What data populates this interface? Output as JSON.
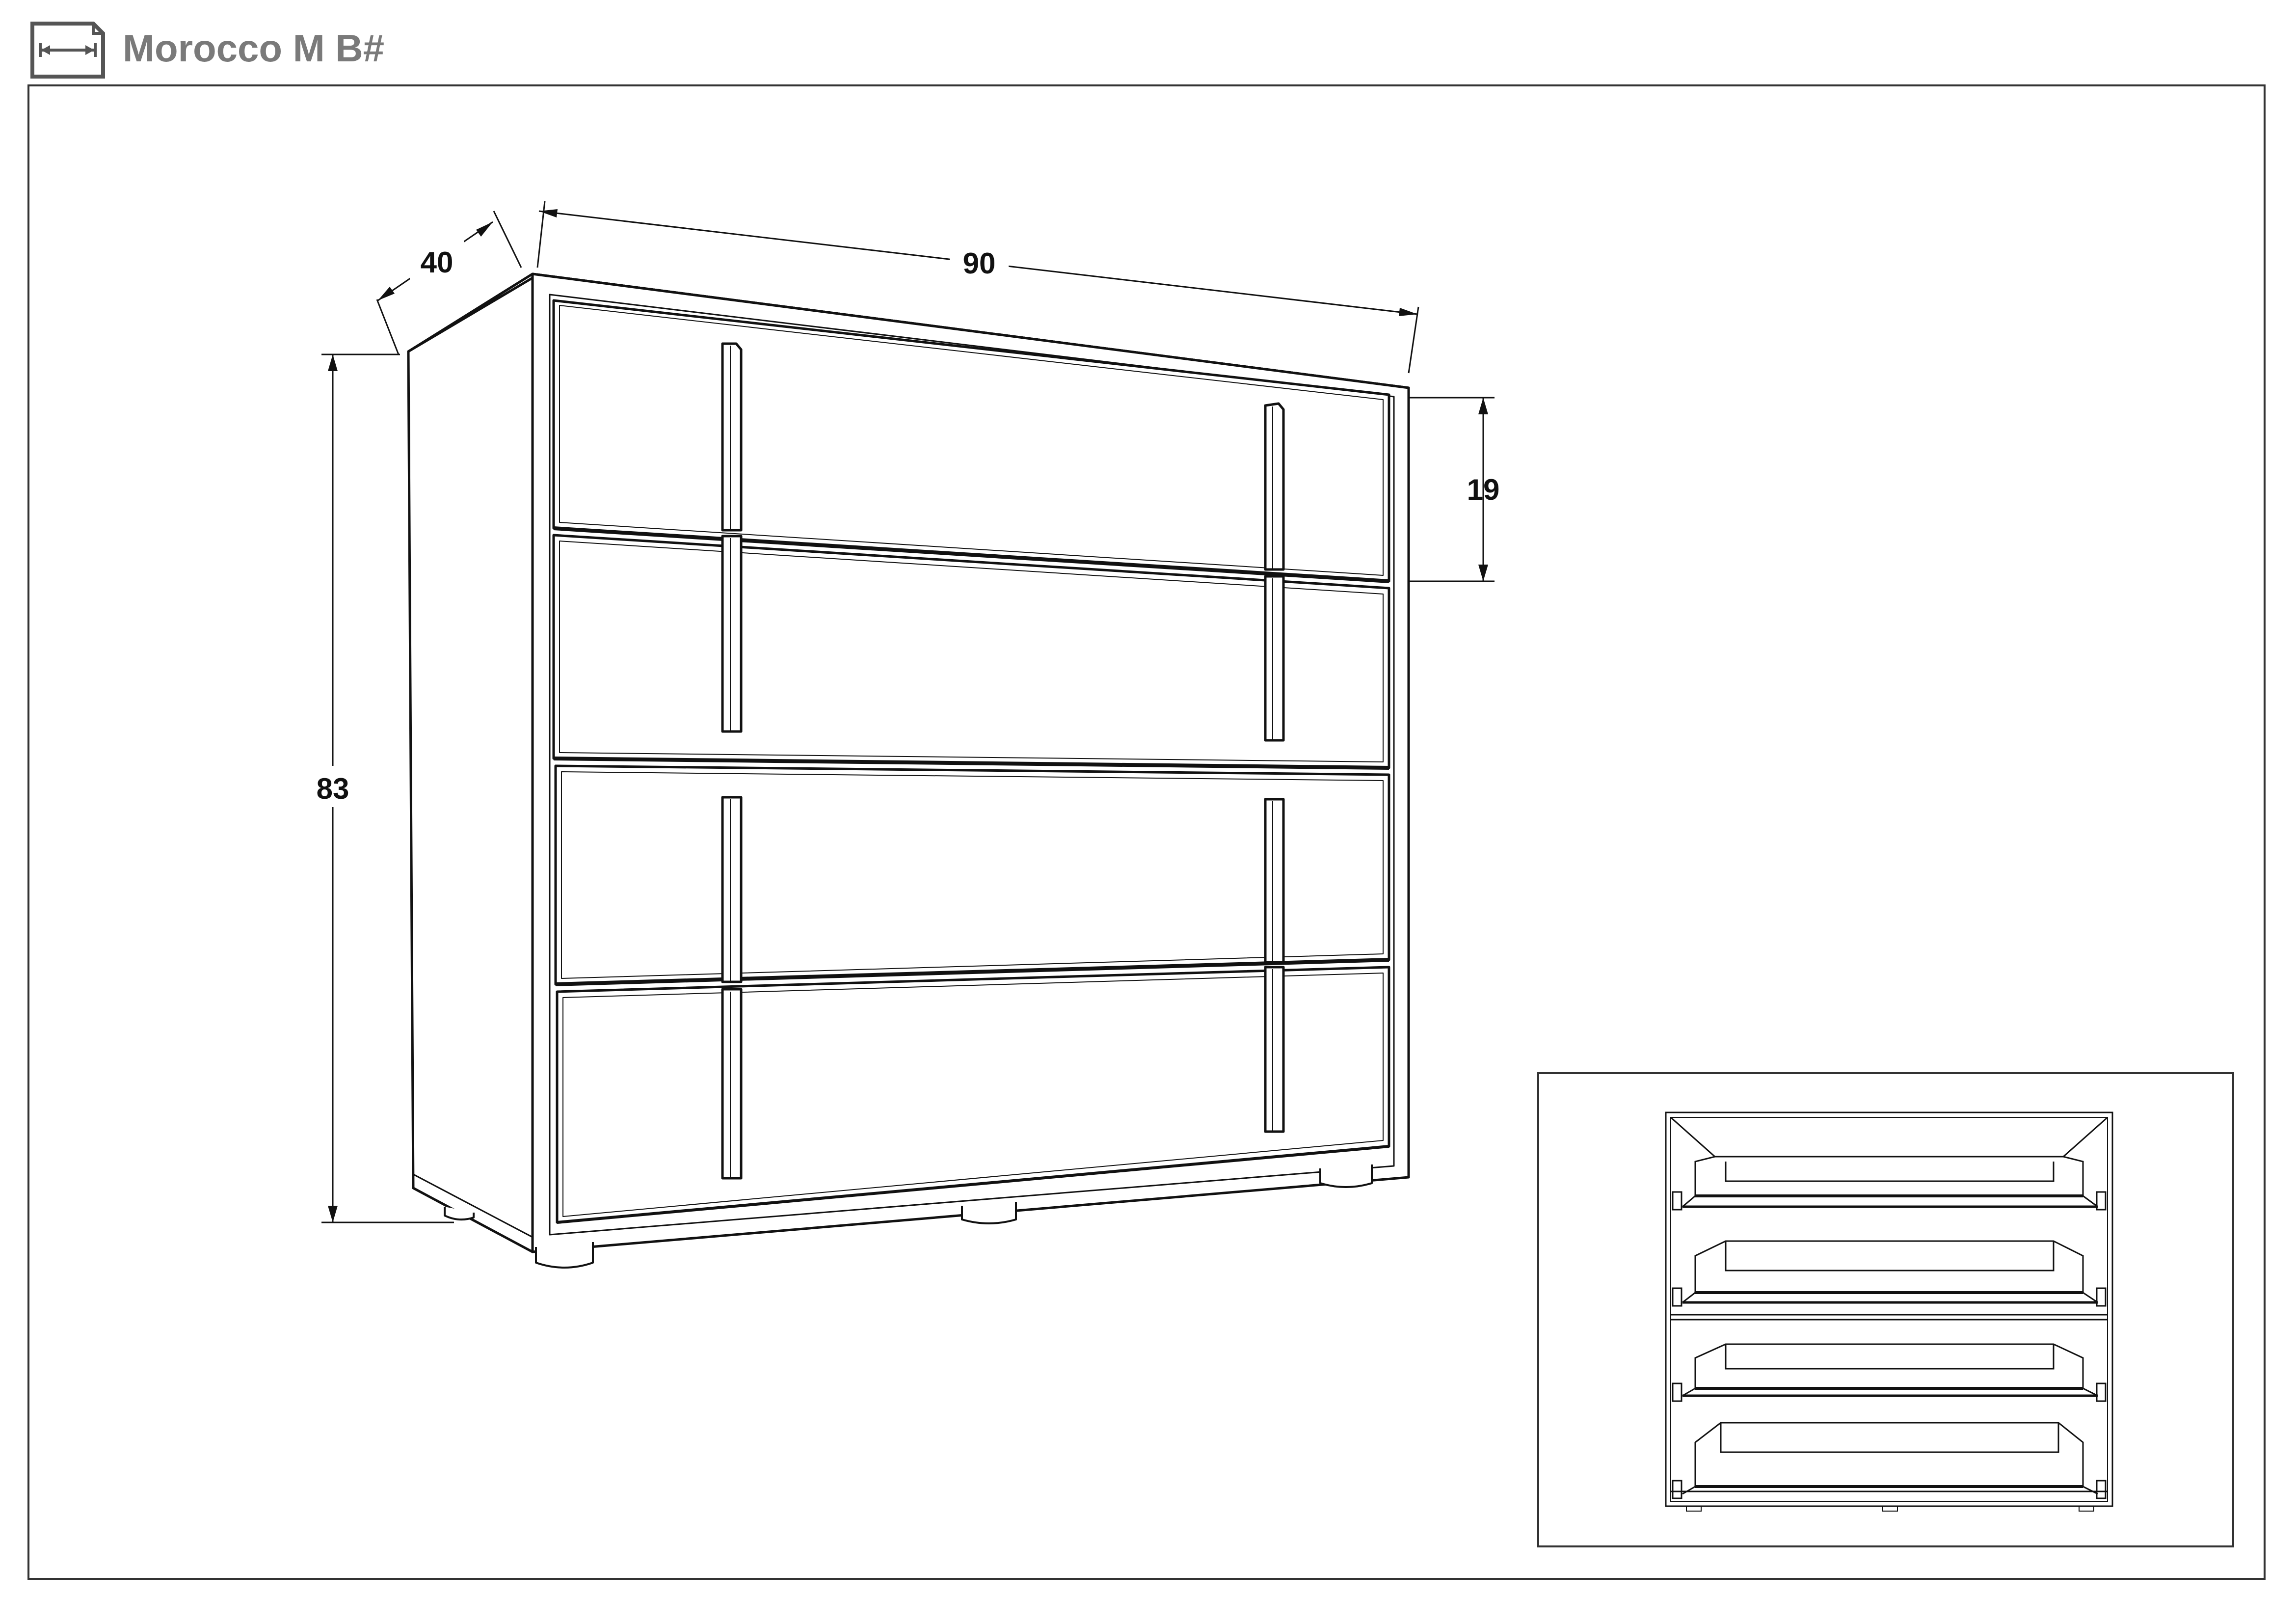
{
  "header": {
    "title": "Morocco M B#",
    "icon": "dimensions-icon"
  },
  "dimensions": {
    "depth": "40",
    "width": "90",
    "height": "83",
    "drawer_height": "19"
  },
  "product": {
    "drawer_count": 4,
    "handles_per_drawer": 2,
    "feet_visible": 4
  },
  "inset": {
    "view": "internal-drawers-view"
  },
  "colors": {
    "line": "#111111",
    "title": "#7a7a7a",
    "frame": "#333333"
  }
}
